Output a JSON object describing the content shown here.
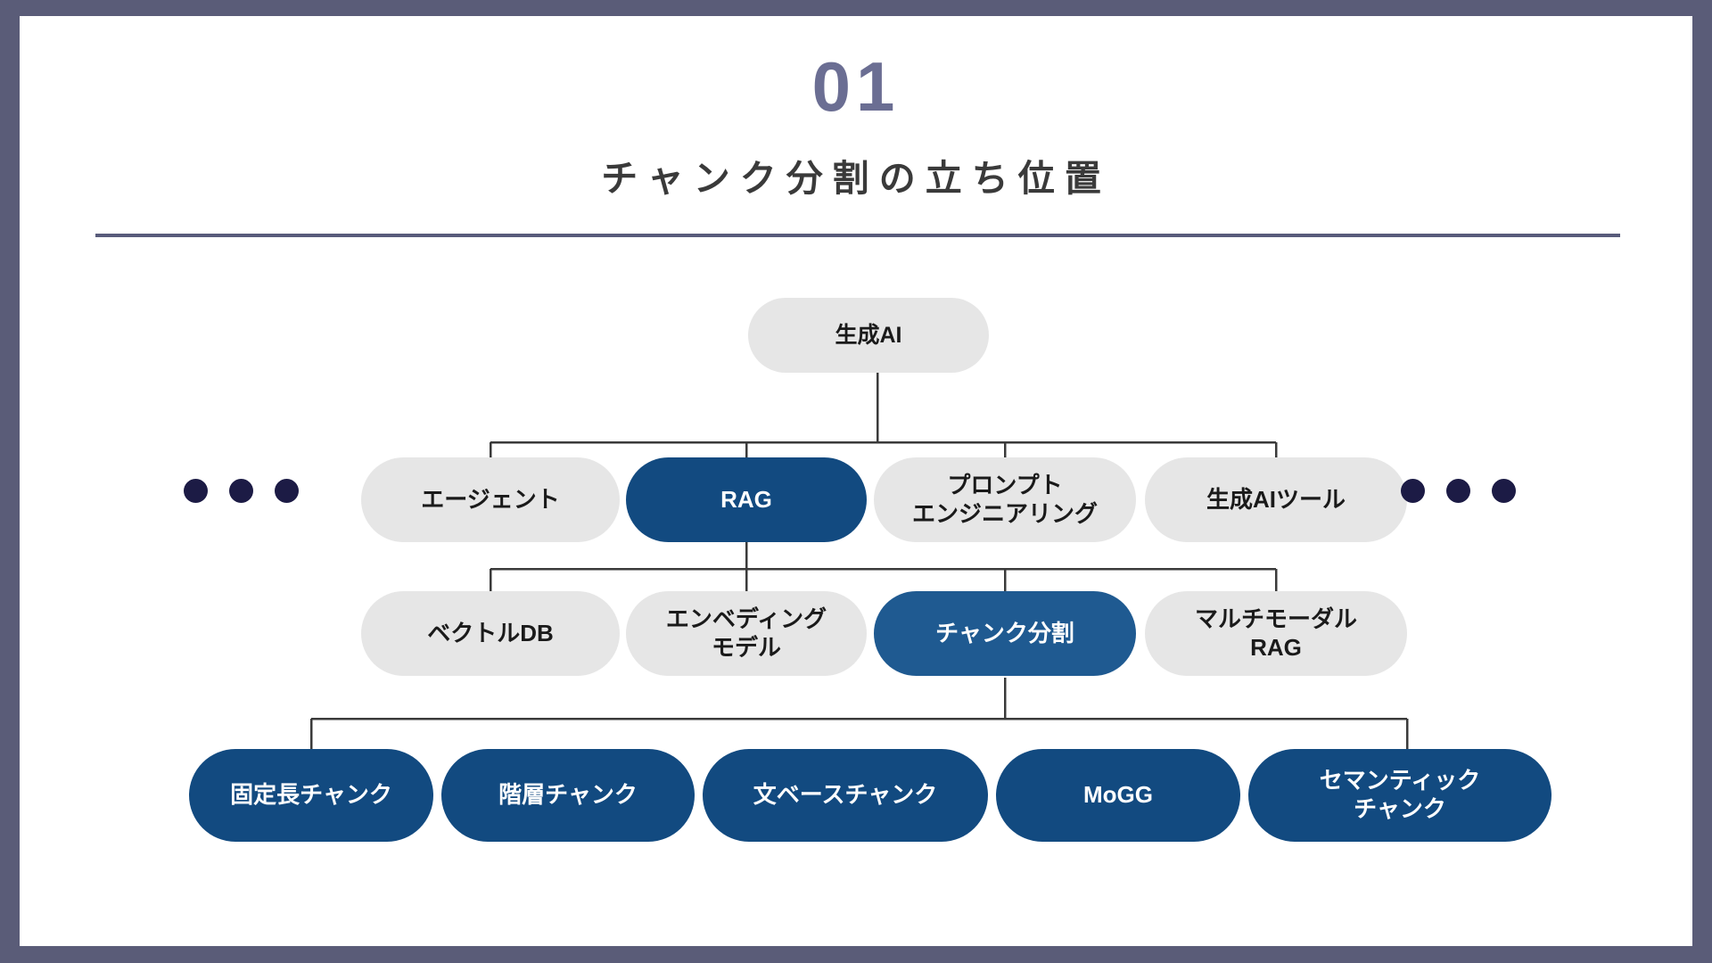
{
  "slide": {
    "section_number": "01",
    "title": "チャンク分割の立ち位置",
    "background_color": "#5a5c78",
    "slide_color": "#ffffff",
    "accent_color": "#6b6e93",
    "divider_color": "#585b7b"
  },
  "diagram": {
    "type": "hierarchy-tree",
    "colors": {
      "grey_node": "#e6e6e6",
      "navy_node": "#124a80",
      "blue_node": "#1f5a91",
      "dot": "#1c1b45",
      "connector": "#3a3a3a"
    },
    "rows": [
      {
        "level": 1,
        "nodes": [
          {
            "label": "生成AI",
            "style": "grey",
            "highlighted": false
          }
        ]
      },
      {
        "level": 2,
        "nodes": [
          {
            "label": "エージェント",
            "style": "grey",
            "highlighted": false
          },
          {
            "label": "RAG",
            "style": "navy",
            "highlighted": true
          },
          {
            "label": "プロンプト\nエンジニアリング",
            "style": "grey",
            "highlighted": false
          },
          {
            "label": "生成AIツール",
            "style": "grey",
            "highlighted": false
          }
        ]
      },
      {
        "level": 3,
        "nodes": [
          {
            "label": "ベクトルDB",
            "style": "grey",
            "highlighted": false
          },
          {
            "label": "エンベディング\nモデル",
            "style": "grey",
            "highlighted": false
          },
          {
            "label": "チャンク分割",
            "style": "blue",
            "highlighted": true
          },
          {
            "label": "マルチモーダル\nRAG",
            "style": "grey",
            "highlighted": false
          }
        ]
      },
      {
        "level": 4,
        "nodes": [
          {
            "label": "固定長チャンク",
            "style": "navy",
            "highlighted": false
          },
          {
            "label": "階層チャンク",
            "style": "navy",
            "highlighted": false
          },
          {
            "label": "文ベースチャンク",
            "style": "navy",
            "highlighted": false
          },
          {
            "label": "MoGG",
            "style": "navy",
            "highlighted": false
          },
          {
            "label": "セマンティック\nチャンク",
            "style": "navy",
            "highlighted": false
          }
        ]
      }
    ],
    "ellipsis_left": [
      "dot",
      "dot",
      "dot"
    ],
    "ellipsis_right": [
      "dot",
      "dot",
      "dot"
    ]
  }
}
